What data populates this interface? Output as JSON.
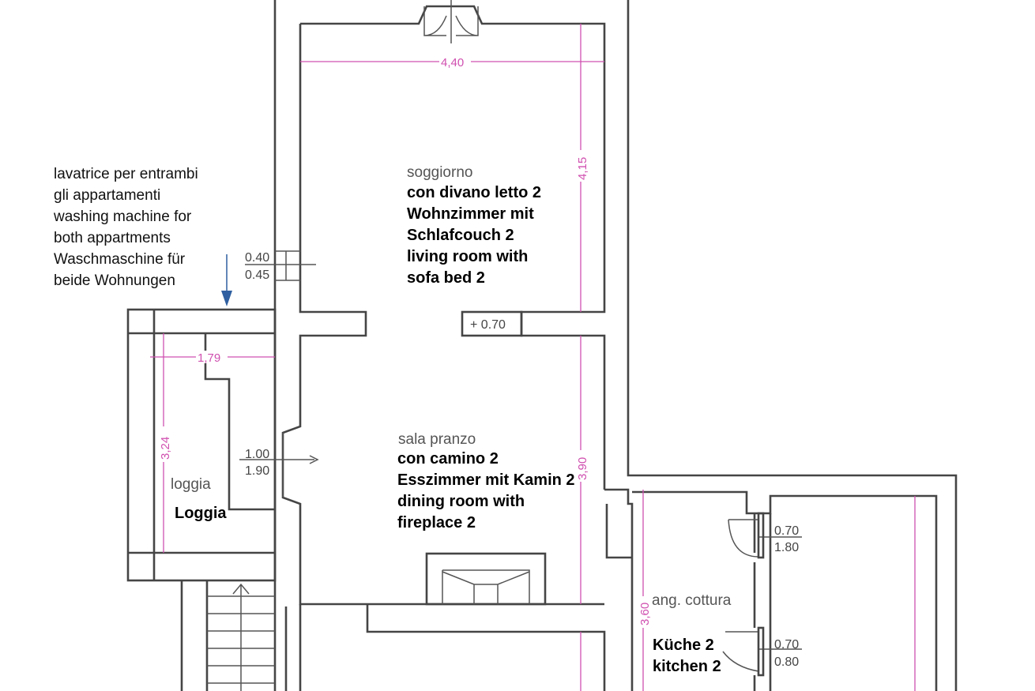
{
  "annotation": {
    "lines": [
      "lavatrice per entrambi",
      "gli  appartamenti",
      "washing machine for",
      "both appartments",
      "Waschmaschine für",
      "beide Wohnungen"
    ],
    "arrow_color": "#2f5fa0"
  },
  "rooms": {
    "living": {
      "name": "soggiorno",
      "lines": [
        "con divano letto 2",
        "Wohnzimmer mit",
        "Schlafcouch 2",
        "living room with",
        "sofa bed 2"
      ]
    },
    "dining": {
      "name": "sala pranzo",
      "lines": [
        "con camino 2",
        "Esszimmer mit Kamin 2",
        "dining room with",
        "fireplace 2"
      ]
    },
    "loggia": {
      "name": "loggia",
      "label": "Loggia"
    },
    "kitchen": {
      "name": "ang. cottura",
      "lines": [
        "Küche 2",
        "kitchen 2"
      ]
    }
  },
  "dimensions": {
    "living_width": "4,40",
    "living_depth": "4,15",
    "dining_depth": "3,90",
    "loggia_width": "1,79",
    "loggia_depth": "3,24",
    "kitchen_depth": "3,60",
    "level": "+ 0.70"
  },
  "openings": {
    "window_left": [
      "0.40",
      "0.45"
    ],
    "door_loggia": [
      "1.00",
      "1.90"
    ],
    "door_kitchen_1": [
      "0.70",
      "1.80"
    ],
    "door_kitchen_2": [
      "0.70",
      "0.80"
    ]
  },
  "colors": {
    "walls": "#454545",
    "dimensions": "#d050b0"
  }
}
